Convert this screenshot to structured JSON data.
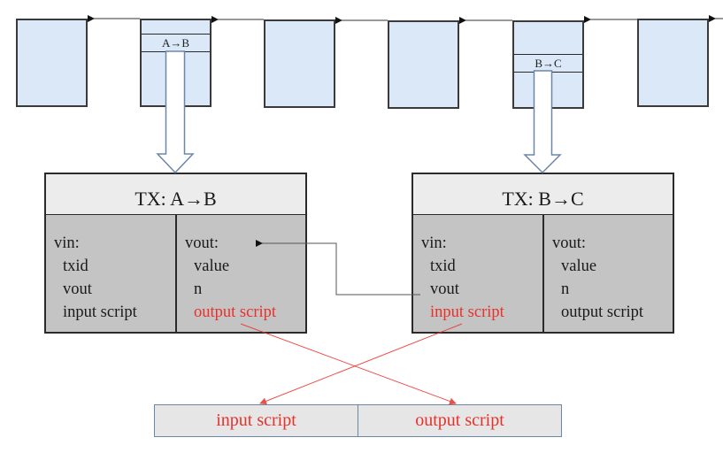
{
  "blockchain": {
    "blocks": [
      {
        "id": "block-1",
        "label": ""
      },
      {
        "id": "block-2",
        "label": "A→B"
      },
      {
        "id": "block-3",
        "label": ""
      },
      {
        "id": "block-4",
        "label": ""
      },
      {
        "id": "block-5",
        "label": "B→C"
      },
      {
        "id": "block-6",
        "label": ""
      }
    ]
  },
  "tx_ab": {
    "title": "TX: A→B",
    "vin": {
      "title": "vin:",
      "items": [
        "txid",
        "vout",
        "input script"
      ]
    },
    "vout": {
      "title": "vout:",
      "items": [
        "value",
        "n",
        "output script"
      ]
    },
    "highlight": "output script"
  },
  "tx_bc": {
    "title": "TX: B→C",
    "vin": {
      "title": "vin:",
      "items": [
        "txid",
        "vout",
        "input script"
      ]
    },
    "vout": {
      "title": "vout:",
      "items": [
        "value",
        "n",
        "output script"
      ]
    },
    "highlight": "input script"
  },
  "combined_script": {
    "left": "input script",
    "right": "output script"
  },
  "colors": {
    "block_fill": "#dae8f7",
    "tx_body": "#c4c4c4",
    "tx_header": "#ececec",
    "highlight_red": "#e8312b",
    "arrow_outline": "#6b87a8"
  }
}
